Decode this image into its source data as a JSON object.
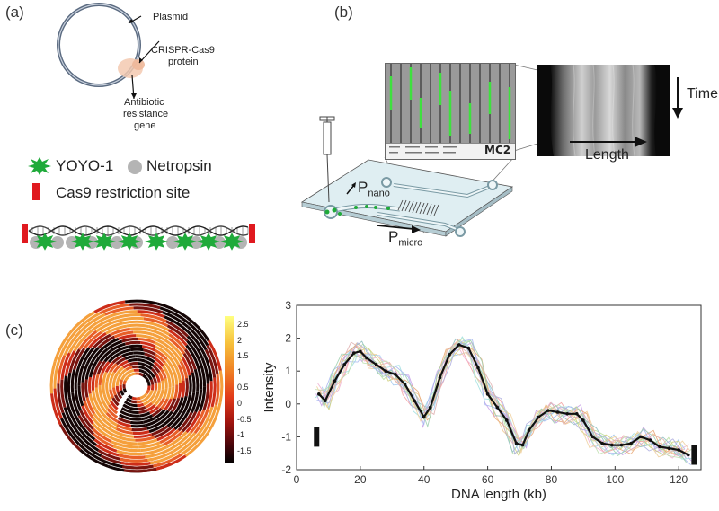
{
  "panels": {
    "a": "(a)",
    "b": "(b)",
    "c": "(c)"
  },
  "panel_a": {
    "plasmid_label": "Plasmid",
    "cas9_label_line1": "CRISPR-Cas9",
    "cas9_label_line2": "protein",
    "antibiotic_line1": "Antibiotic",
    "antibiotic_line2": "resistance",
    "antibiotic_line3": "gene",
    "legend_yoyo": "YOYO-1",
    "legend_netropsin": "Netropsin",
    "legend_cas9_site": "Cas9 restriction site",
    "colors": {
      "yoyo": "#1faa3a",
      "netropsin": "#b4b4b4",
      "cas9_site": "#e0191f",
      "plasmid": "#5a6a80"
    }
  },
  "panel_b": {
    "time_label": "Time",
    "length_label": "Length",
    "p_nano_main": "P",
    "p_nano_sub": "nano",
    "p_micro_main": "P",
    "p_micro_sub": "micro",
    "mc2_logo": "MC2"
  },
  "panel_c": {
    "colorbar_ticks": [
      "2.5",
      "2",
      "1.5",
      "1",
      "0.5",
      "0",
      "-0.5",
      "-1",
      "-1.5"
    ],
    "colors": {
      "colorbar_top": "#ffff80",
      "colorbar_mid": "#e23b1a",
      "colorbar_bottom": "#000000",
      "mean_line": "#111111"
    }
  },
  "chart_data": {
    "type": "line",
    "xlabel": "DNA length (kb)",
    "ylabel": "Intensity",
    "xlim": [
      0,
      127
    ],
    "ylim": [
      -2,
      3
    ],
    "xticks": [
      "0",
      "20",
      "40",
      "60",
      "80",
      "100",
      "120"
    ],
    "yticks": [
      "-2",
      "-1",
      "0",
      "1",
      "2",
      "3"
    ],
    "grid": false,
    "series": [
      {
        "role": "mean",
        "x": [
          7,
          9,
          12,
          15,
          18,
          20,
          22,
          25,
          28,
          31,
          34,
          37,
          40,
          42,
          45,
          48,
          51,
          54,
          57,
          60,
          63,
          66,
          69,
          71,
          73,
          76,
          79,
          82,
          85,
          88,
          90,
          93,
          96,
          99,
          102,
          105,
          108,
          111,
          114,
          117,
          120,
          123
        ],
        "y": [
          0.3,
          0.1,
          0.7,
          1.2,
          1.55,
          1.6,
          1.4,
          1.2,
          1.0,
          0.9,
          0.6,
          0.1,
          -0.4,
          -0.1,
          0.8,
          1.5,
          1.8,
          1.7,
          1.1,
          0.3,
          -0.1,
          -0.5,
          -1.2,
          -1.25,
          -0.8,
          -0.4,
          -0.2,
          -0.25,
          -0.3,
          -0.3,
          -0.5,
          -1.0,
          -1.2,
          -1.25,
          -1.25,
          -1.2,
          -1.0,
          -1.1,
          -1.3,
          -1.35,
          -1.4,
          -1.55
        ]
      }
    ]
  }
}
